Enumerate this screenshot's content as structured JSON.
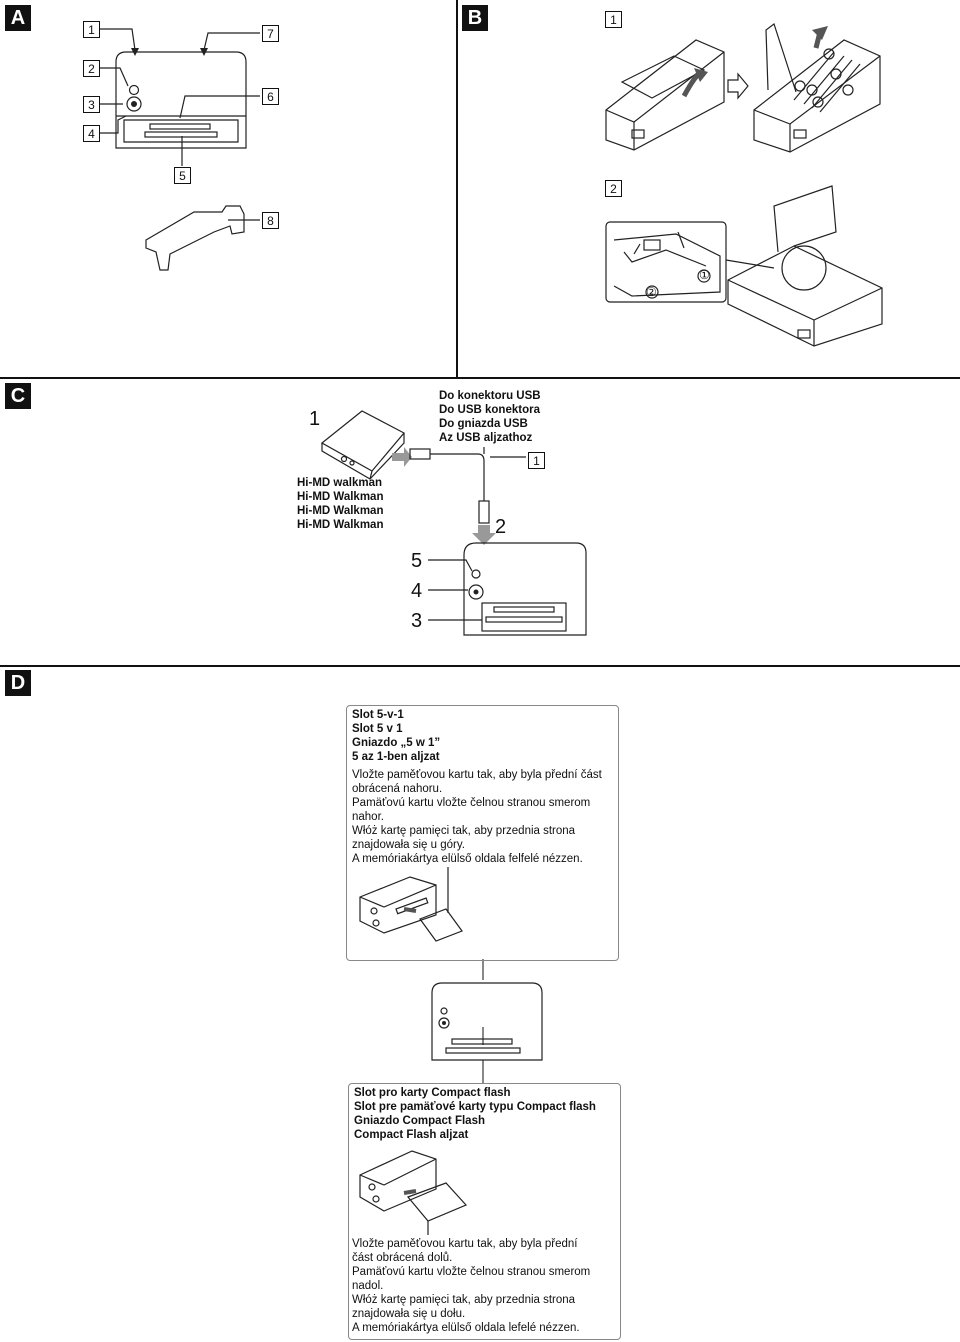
{
  "sections": {
    "a": {
      "label": "A",
      "callouts": [
        "1",
        "2",
        "3",
        "4",
        "5",
        "6",
        "7",
        "8"
      ]
    },
    "b": {
      "label": "B",
      "steps": [
        "1",
        "2"
      ],
      "circled": [
        "①",
        "②"
      ]
    },
    "c": {
      "label": "C",
      "step1": "1",
      "step2": "2",
      "box1": "1",
      "usb_lines": [
        "Do konektoru USB",
        "Do USB konektora",
        "Do gniazda USB",
        "Az USB aljzathoz"
      ],
      "walkman_lines": [
        "Hi-MD walkman",
        "Hi-MD Walkman",
        "Hi-MD Walkman",
        "Hi-MD Walkman"
      ],
      "nums": [
        "5",
        "4",
        "3"
      ]
    },
    "d": {
      "label": "D",
      "slot_titles": [
        "Slot 5-v-1",
        "Slot 5 v 1",
        "Gniazdo „5 w 1”",
        "5 az 1-ben aljzat"
      ],
      "slot_text": [
        "Vložte paměťovou kartu tak, aby byla přední část",
        "obrácená nahoru.",
        "Pamäťovú kartu vložte čelnou stranou smerom",
        "nahor.",
        "Włóż kartę pamięci tak, aby przednia strona",
        "znajdowała się u góry.",
        "A memóriakártya elülső oldala felfelé nézzen."
      ],
      "cf_titles": [
        "Slot pro karty Compact flash",
        "Slot pre pamäťové karty typu Compact flash",
        "Gniazdo Compact Flash",
        "Compact Flash aljzat"
      ],
      "cf_text": [
        "Vložte paměťovou kartu tak, aby byla přední",
        "část obrácená dolů.",
        "Pamäťovú kartu vložte čelnou stranou smerom",
        "nadol.",
        "Włóż kartę pamięci tak, aby przednia strona",
        "znajdowała się u dołu.",
        "A memóriakártya elülső oldala lefelé nézzen."
      ]
    }
  }
}
